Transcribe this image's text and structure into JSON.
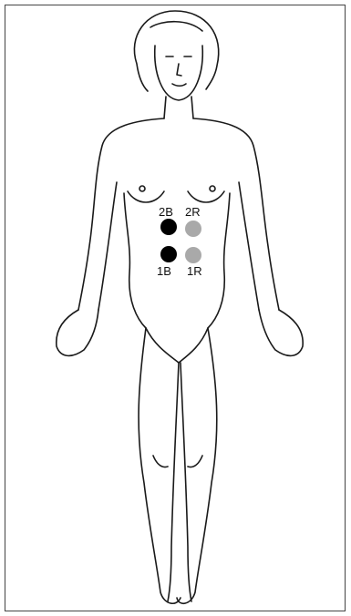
{
  "diagram": {
    "electrodes": [
      {
        "id": "2B",
        "label": "2B",
        "fill": "#000000"
      },
      {
        "id": "2R",
        "label": "2R",
        "fill": "#a9a9a9"
      },
      {
        "id": "1B",
        "label": "1B",
        "fill": "#000000"
      },
      {
        "id": "1R",
        "label": "1R",
        "fill": "#a9a9a9"
      }
    ],
    "colors": {
      "outline": "#1a1a1a",
      "black_electrode": "#000000",
      "gray_electrode": "#a9a9a9"
    }
  }
}
